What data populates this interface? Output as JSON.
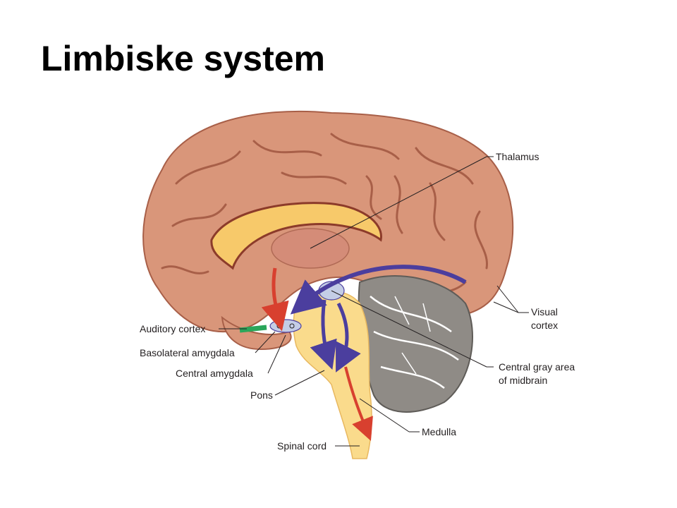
{
  "slide": {
    "title": "Limbiske system"
  },
  "diagram": {
    "labels": {
      "thalamus": "Thalamus",
      "visual_cortex": [
        "Visual",
        "cortex"
      ],
      "auditory_cortex": "Auditory cortex",
      "basolateral_amygdala": "Basolateral amygdala",
      "central_amygdala": "Central amygdala",
      "pons": "Pons",
      "spinal_cord": "Spinal cord",
      "central_gray": [
        "Central gray area",
        "of midbrain"
      ],
      "medulla": "Medulla"
    },
    "colors": {
      "cortex": "#d9967a",
      "cortex_fold": "#a85f48",
      "corpus_callosum": "#f7c96a",
      "thalamus": "#d48c78",
      "brainstem": "#fadb8c",
      "cerebellum": "#8f8b86",
      "pathway_blue": "#4b3e9e",
      "pathway_red": "#d8402f",
      "pathway_green": "#2aa65a",
      "amygdala": "#c4cde6"
    }
  }
}
